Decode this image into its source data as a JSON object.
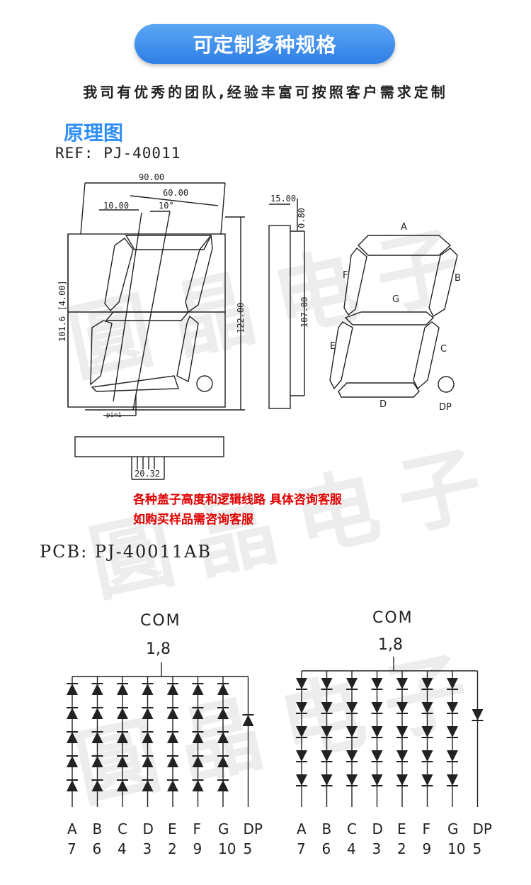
{
  "header": {
    "title": "可定制多种规格"
  },
  "intro": {
    "text": "我司有优秀的团队,经验丰富可按照客户需求定制"
  },
  "schematic": {
    "section_label": "原理图",
    "ref": "REF: PJ-40011",
    "dims": {
      "width": "90.00",
      "seg_width": "60.00",
      "offset": "10.00",
      "angle": "10°",
      "height_side": "101.6 [4.00]",
      "height_total": "122.00",
      "depth": "15.00",
      "depth_small": "0.80",
      "height_side2": "107.00",
      "pin_pitch": "20.32",
      "pin1": "pin1"
    },
    "segments": [
      "A",
      "B",
      "C",
      "D",
      "E",
      "F",
      "G",
      "DP"
    ]
  },
  "notes": [
    "各种盖子高度和逻辑线路 具体咨询客服",
    "如购买样品需咨询客服"
  ],
  "pcb": {
    "label": "PCB: PJ-40011AB",
    "com_label": "COM",
    "com_pins": "1,8",
    "left_circuit": {
      "segments": [
        "A",
        "B",
        "C",
        "D",
        "E",
        "F",
        "G",
        "DP"
      ],
      "pins": [
        "7",
        "6",
        "4",
        "3",
        "2",
        "9",
        "10",
        "5"
      ]
    },
    "right_circuit": {
      "segments": [
        "A",
        "B",
        "C",
        "D",
        "E",
        "F",
        "G",
        "DP"
      ],
      "pins": [
        "7",
        "6",
        "4",
        "3",
        "2",
        "9",
        "10",
        "5"
      ]
    }
  },
  "watermark": {
    "text": "圓晶电子"
  }
}
